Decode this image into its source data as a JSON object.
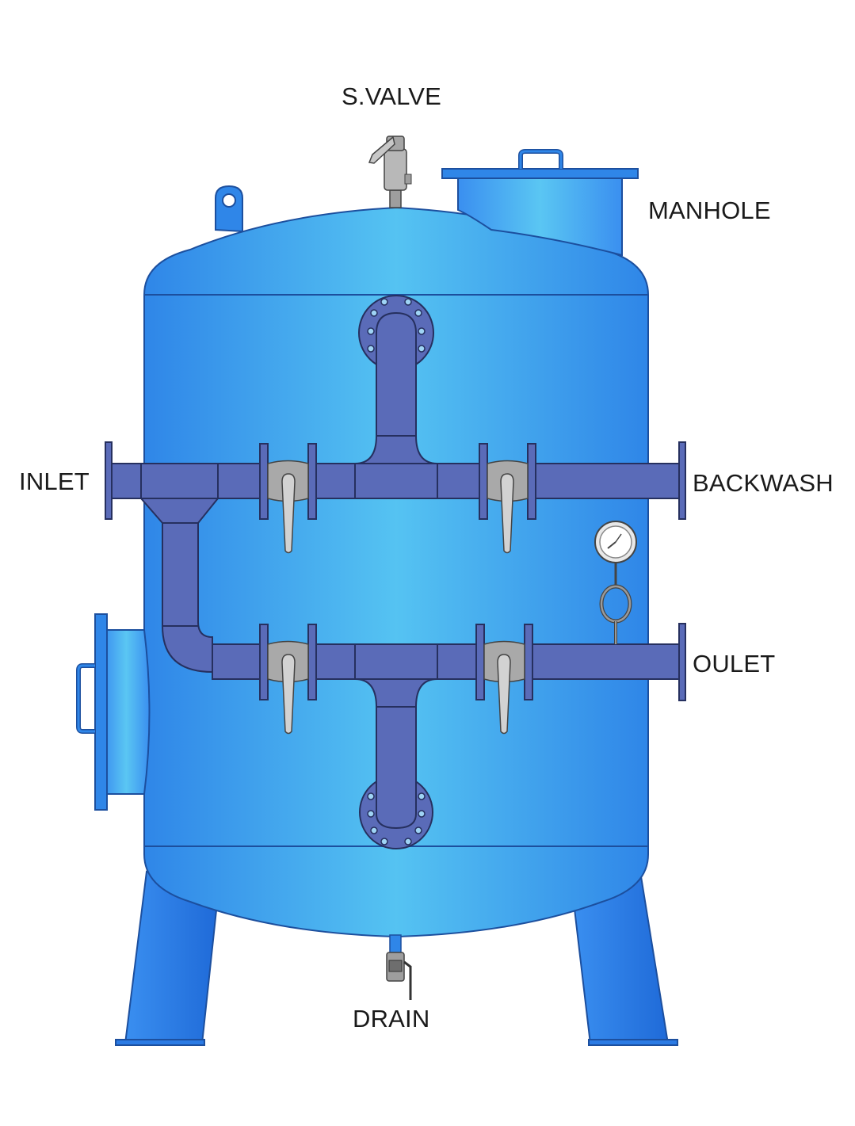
{
  "labels": {
    "svalve": "S.VALVE",
    "manhole": "MANHOLE",
    "inlet": "INLET",
    "backwash": "BACKWASH",
    "outlet": "OULET",
    "drain": "DRAIN"
  },
  "colors": {
    "tank_edge": "#2f86e8",
    "tank_center": "#55c3f2",
    "pipe": "#5a6bb8",
    "pipe_outline": "#26305f",
    "flange": "#5a6bb8",
    "valve_body": "#a9a9a9",
    "handle": "#c8c8c8",
    "leg": "#2b7be4",
    "label_text": "#1a1a1a"
  }
}
